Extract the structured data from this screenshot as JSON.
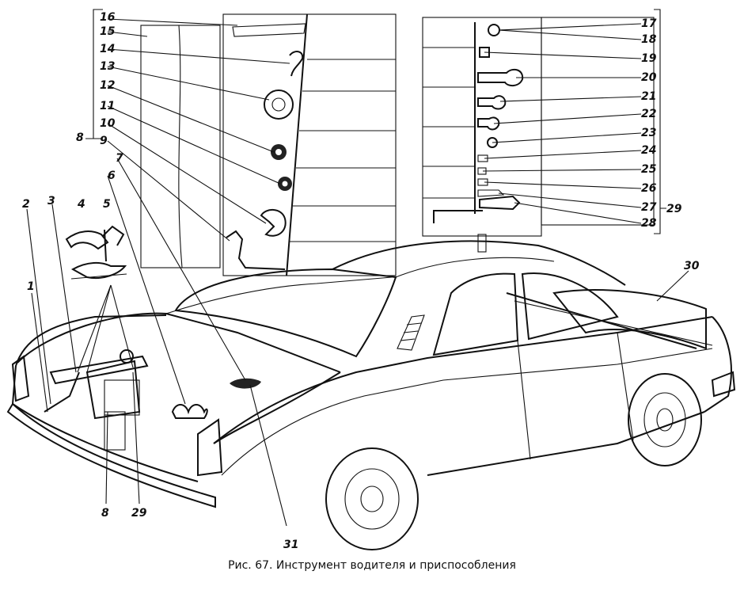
{
  "caption": "Рис. 67. Инструмент водителя и приспособления",
  "callouts": {
    "n1": "1",
    "n2": "2",
    "n3": "3",
    "n4": "4",
    "n5": "5",
    "n6": "6",
    "n7": "7",
    "n8": "8",
    "n8b": "8",
    "n9": "9",
    "n10": "10",
    "n11": "11",
    "n12": "12",
    "n13": "13",
    "n14": "14",
    "n15": "15",
    "n16": "16",
    "n17": "17",
    "n18": "18",
    "n19": "19",
    "n20": "20",
    "n21": "21",
    "n22": "22",
    "n23": "23",
    "n24": "24",
    "n25": "25",
    "n26": "26",
    "n27": "27",
    "n28": "28",
    "n29": "29",
    "n29b": "29",
    "n30": "30",
    "n31": "31"
  }
}
